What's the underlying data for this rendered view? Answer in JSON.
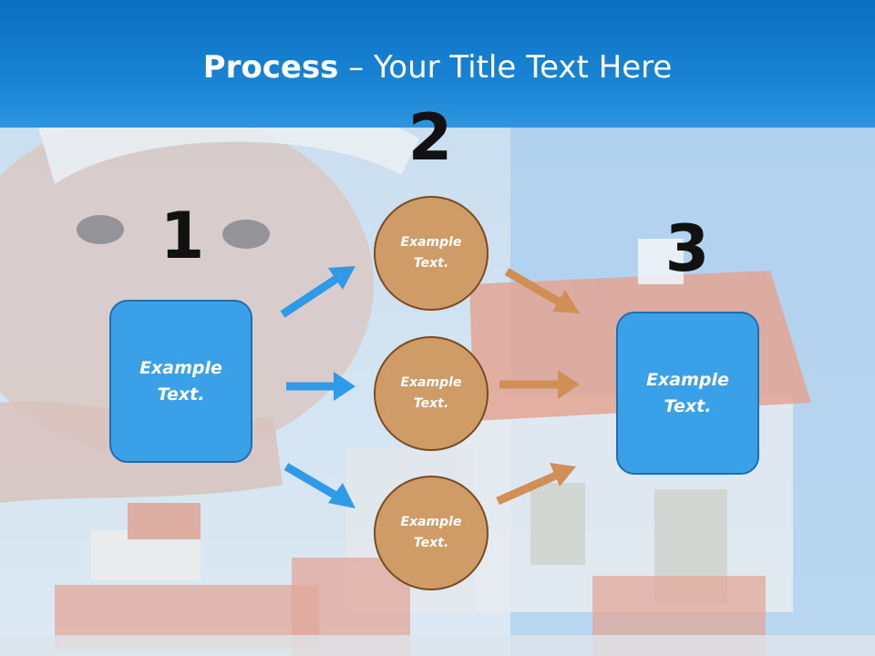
{
  "title": {
    "bold": "Process",
    "rest": " – Your Title Text Here"
  },
  "numbers": {
    "one": "1",
    "two": "2",
    "three": "3"
  },
  "step1": {
    "text": "Example Text."
  },
  "step2": {
    "items": [
      {
        "text": "Example Text."
      },
      {
        "text": "Example Text."
      },
      {
        "text": "Example Text."
      }
    ]
  },
  "step3": {
    "text": "Example Text."
  },
  "colors": {
    "header": "#1b86d6",
    "box_fill": "#3aa0e8",
    "box_border": "#1e6fb0",
    "circle_fill": "#cf9b67",
    "circle_border": "#7a4a22",
    "blue_arrow": "#2f9be8",
    "brown_arrow": "#cf8f55"
  }
}
